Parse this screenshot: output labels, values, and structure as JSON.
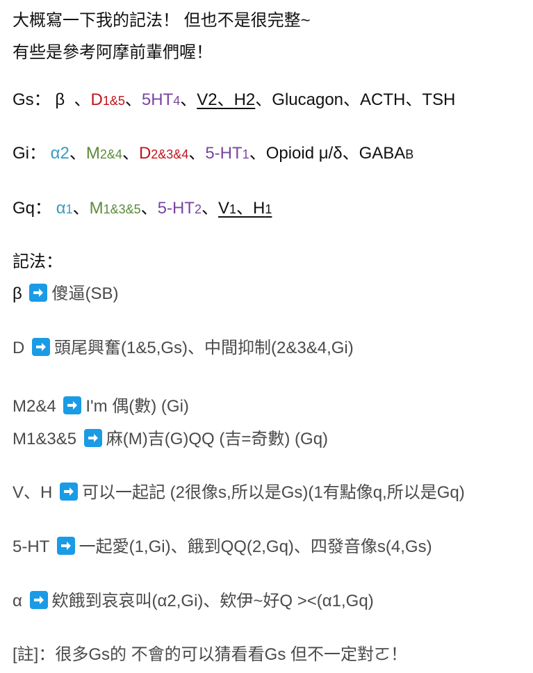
{
  "intro": {
    "line1": "大概寫一下我的記法！ 但也不是很完整~",
    "line2": "有些是參考阿摩前輩們喔！"
  },
  "gs": {
    "label": "Gs：",
    "items": [
      {
        "text": "β",
        "color": "#111111"
      },
      {
        "text": "D",
        "sub": "1&5",
        "color": "#c0141c"
      },
      {
        "text": "5HT",
        "sub": "4",
        "color": "#7b45a0"
      },
      {
        "text": "V2",
        "underline": true
      },
      {
        "text": "H2",
        "underline": true
      },
      {
        "text": "Glucagon"
      },
      {
        "text": "ACTH"
      },
      {
        "text": "TSH"
      }
    ],
    "sep": "、"
  },
  "gi": {
    "label": "Gi：",
    "items": [
      {
        "text": "α2",
        "color": "#3a9bbf"
      },
      {
        "text": "M",
        "sub": "2&4",
        "color": "#5a8a3a"
      },
      {
        "text": "D",
        "sub": "2&3&4",
        "color": "#c0141c"
      },
      {
        "text": "5-HT",
        "sub": "1",
        "color": "#7b45a0"
      },
      {
        "text": "Opioid μ/δ"
      },
      {
        "text": "GABA",
        "sub": "B"
      }
    ]
  },
  "gq": {
    "label": "Gq：",
    "items": [
      {
        "text": "α",
        "sub": "1",
        "color": "#3a9bbf"
      },
      {
        "text": "M",
        "sub": "1&3&5",
        "color": "#5a8a3a"
      },
      {
        "text": "5-HT",
        "sub": "2",
        "color": "#7b45a0"
      },
      {
        "text": "V",
        "sub": "1",
        "underline": true
      },
      {
        "text": "H",
        "sub": "1",
        "underline": true
      }
    ]
  },
  "mnemonics": {
    "heading": "記法：",
    "rows": [
      {
        "key": "β",
        "text": "傻逼(SB)"
      },
      {
        "key": "D",
        "text": "頭尾興奮(1&5,Gs)、中間抑制(2&3&4,Gi)"
      },
      {
        "key": "M2&4",
        "text": "I'm 偶(數) (Gi)"
      },
      {
        "key": "M1&3&5",
        "text": "麻(M)吉(G)QQ (吉=奇數) (Gq)"
      },
      {
        "key": "V、H",
        "text": "可以一起記 (2很像s,所以是Gs)(1有點像q,所以是Gq)"
      },
      {
        "key": "5-HT",
        "text": "一起愛(1,Gi)、餓到QQ(2,Gq)、四發音像s(4,Gs)"
      },
      {
        "key": "α",
        "text": "欸餓到哀哀叫(α2,Gi)、欸伊~好Q ><(α1,Gq)"
      }
    ]
  },
  "note": "[註]：很多Gs的 不會的可以猜看看Gs 但不一定對ㄛ！",
  "icons": {
    "arrow": "right-arrow-icon",
    "arrow_color": "#1a9be6"
  }
}
